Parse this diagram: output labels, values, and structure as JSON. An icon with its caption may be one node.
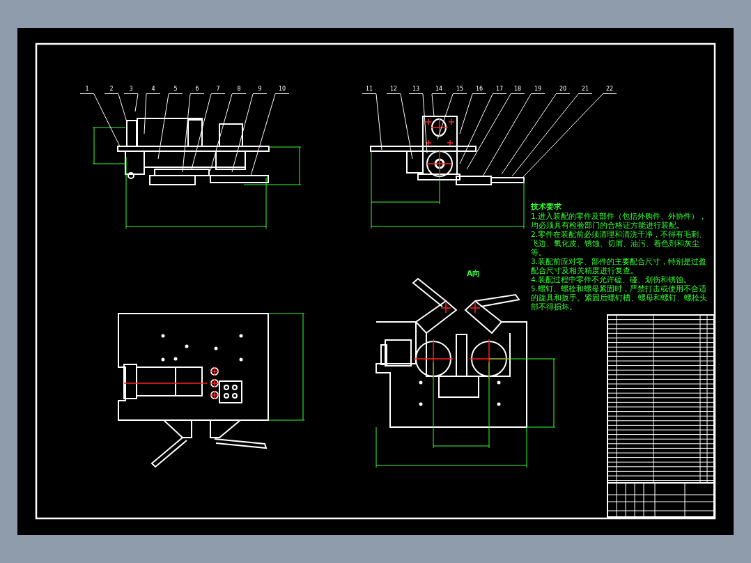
{
  "diagram": {
    "nodes": [
      {
        "text": [
          "1"
        ]
      },
      {
        "text": [
          "2"
        ]
      },
      {
        "text": [
          "3"
        ]
      },
      {
        "text": [
          "4"
        ]
      },
      {
        "text": [
          "5"
        ]
      },
      {
        "text": [
          "6"
        ]
      },
      {
        "text": [
          "7"
        ]
      },
      {
        "text": [
          "8"
        ]
      },
      {
        "text": [
          "9"
        ]
      },
      {
        "text": [
          "10"
        ]
      },
      {
        "text": [
          "11"
        ]
      },
      {
        "text": [
          "12"
        ]
      },
      {
        "text": [
          "13"
        ]
      },
      {
        "text": [
          "14"
        ]
      },
      {
        "text": [
          "15"
        ]
      },
      {
        "text": [
          "16"
        ]
      },
      {
        "text": [
          "17"
        ]
      },
      {
        "text": [
          "18"
        ]
      },
      {
        "text": [
          "19"
        ]
      },
      {
        "text": [
          "20"
        ]
      },
      {
        "text": [
          "21"
        ]
      },
      {
        "text": [
          "22"
        ]
      }
    ],
    "edges": [
      {
        "from": 0,
        "to": null,
        "arrow": "none"
      },
      {
        "from": 1,
        "to": null,
        "arrow": "none"
      },
      {
        "from": 2,
        "to": null,
        "arrow": "none"
      },
      {
        "from": 3,
        "to": null,
        "arrow": "none"
      },
      {
        "from": 4,
        "to": null,
        "arrow": "none"
      },
      {
        "from": 5,
        "to": null,
        "arrow": "none"
      },
      {
        "from": 6,
        "to": null,
        "arrow": "none"
      },
      {
        "from": 7,
        "to": null,
        "arrow": "none"
      },
      {
        "from": 8,
        "to": null,
        "arrow": "none"
      },
      {
        "from": 9,
        "to": null,
        "arrow": "none"
      },
      {
        "from": 10,
        "to": null,
        "arrow": "none"
      },
      {
        "from": 11,
        "to": null,
        "arrow": "none"
      },
      {
        "from": 12,
        "to": null,
        "arrow": "none"
      },
      {
        "from": 13,
        "to": null,
        "arrow": "none"
      },
      {
        "from": 14,
        "to": null,
        "arrow": "none"
      },
      {
        "from": 15,
        "to": null,
        "arrow": "none"
      },
      {
        "from": 16,
        "to": null,
        "arrow": "none"
      },
      {
        "from": 17,
        "to": null,
        "arrow": "none"
      },
      {
        "from": 18,
        "to": null,
        "arrow": "none"
      },
      {
        "from": 19,
        "to": null,
        "arrow": "none"
      },
      {
        "from": 20,
        "to": null,
        "arrow": "none"
      },
      {
        "from": 21,
        "to": null,
        "arrow": "none"
      }
    ],
    "labels": [
      "技术要求",
      "1.进入装配的零件及部件（包括外购件、外协件），均必须具有检验部门的合格证方能进行装配。",
      "2.零件在装配前必须清理和清洗干净，不得有毛刺、飞边、氧化皮、锈蚀、切屑、油污、着色剂和灰尘等。",
      "3.装配前应对零、部件的主要配合尺寸，特别是过盈配合尺寸及相关精度进行复查。",
      "4.装配过程中零件不允许磕、碰、划伤和锈蚀。",
      "5.螺钉、螺栓和螺母紧固时，严禁打击或使用不合适的旋具和扳手。紧固后螺钉槽、螺母和螺钉、螺栓头部不得损坏。",
      "A向"
    ]
  }
}
